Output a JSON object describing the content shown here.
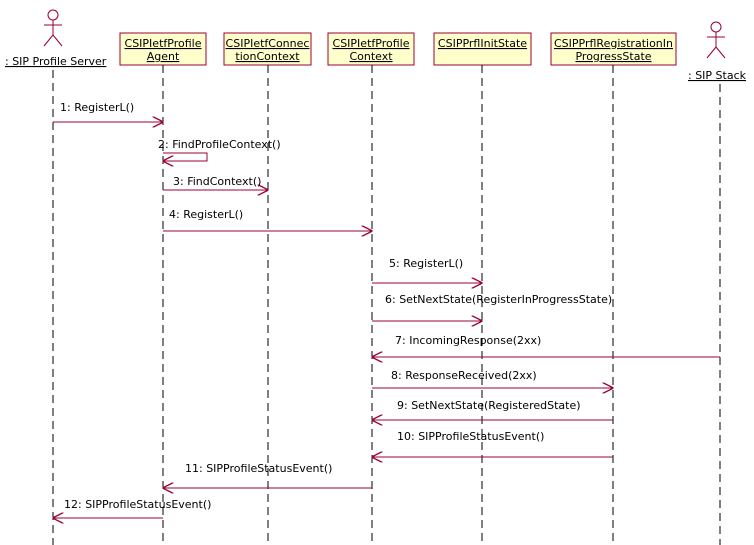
{
  "colors": {
    "background": "#ffffff",
    "box_fill": "#ffffcc",
    "box_stroke": "#990033",
    "arrow": "#990033",
    "lifeline": "#000000",
    "actor": "#990033",
    "text": "#000000"
  },
  "participants": [
    {
      "id": "sip-profile-server",
      "kind": "actor",
      "label": ": SIP Profile Server"
    },
    {
      "id": "profile-agent",
      "kind": "object",
      "label_lines": [
        "CSIPIetfProfile",
        "Agent"
      ]
    },
    {
      "id": "connection-context",
      "kind": "object",
      "label_lines": [
        "CSIPIetfConnec",
        "tionContext"
      ]
    },
    {
      "id": "profile-context",
      "kind": "object",
      "label_lines": [
        "CSIPIetfProfile",
        "Context"
      ]
    },
    {
      "id": "init-state",
      "kind": "object",
      "label_lines": [
        "CSIPPrflInitState"
      ]
    },
    {
      "id": "reg-in-progress-state",
      "kind": "object",
      "label_lines": [
        "CSIPPrflRegistrationIn",
        "ProgressState"
      ]
    },
    {
      "id": "sip-stack",
      "kind": "actor",
      "label": ": SIP Stack"
    }
  ],
  "messages": [
    {
      "from": "sip-profile-server",
      "to": "profile-agent",
      "label": "1: RegisterL()"
    },
    {
      "from": "profile-agent",
      "to": "profile-agent",
      "label": "2: FindProfileContext()"
    },
    {
      "from": "profile-agent",
      "to": "connection-context",
      "label": "3: FindContext()"
    },
    {
      "from": "profile-agent",
      "to": "profile-context",
      "label": "4: RegisterL()"
    },
    {
      "from": "profile-context",
      "to": "init-state",
      "label": "5: RegisterL()"
    },
    {
      "from": "profile-context",
      "to": "init-state",
      "label": "6: SetNextState(RegisterInProgressState)"
    },
    {
      "from": "sip-stack",
      "to": "profile-context",
      "label": "7: IncomingResponse(2xx)"
    },
    {
      "from": "profile-context",
      "to": "reg-in-progress-state",
      "label": "8: ResponseReceived(2xx)"
    },
    {
      "from": "reg-in-progress-state",
      "to": "profile-context",
      "label": "9: SetNextState(RegisteredState)"
    },
    {
      "from": "reg-in-progress-state",
      "to": "profile-context",
      "label": "10: SIPProfileStatusEvent()"
    },
    {
      "from": "profile-context",
      "to": "profile-agent",
      "label": "11: SIPProfileStatusEvent()"
    },
    {
      "from": "profile-agent",
      "to": "sip-profile-server",
      "label": "12: SIPProfileStatusEvent()"
    }
  ]
}
